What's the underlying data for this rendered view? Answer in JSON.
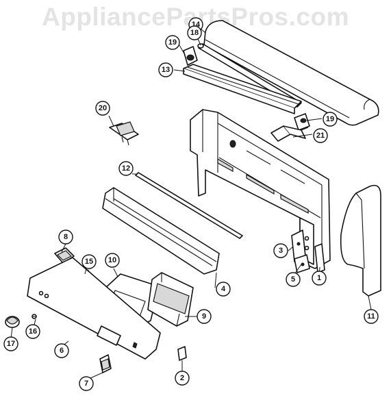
{
  "watermark": "AppliancePartsPros.com",
  "callouts": [
    {
      "id": "1",
      "label": "1"
    },
    {
      "id": "2",
      "label": "2"
    },
    {
      "id": "3",
      "label": "3"
    },
    {
      "id": "4",
      "label": "4"
    },
    {
      "id": "5",
      "label": "5"
    },
    {
      "id": "6",
      "label": "6"
    },
    {
      "id": "7",
      "label": "7"
    },
    {
      "id": "8",
      "label": "8"
    },
    {
      "id": "9",
      "label": "9"
    },
    {
      "id": "10",
      "label": "10"
    },
    {
      "id": "11",
      "label": "11"
    },
    {
      "id": "12",
      "label": "12"
    },
    {
      "id": "13",
      "label": "13"
    },
    {
      "id": "14",
      "label": "14"
    },
    {
      "id": "15",
      "label": "15"
    },
    {
      "id": "16",
      "label": "16"
    },
    {
      "id": "17",
      "label": "17"
    },
    {
      "id": "18",
      "label": "18"
    },
    {
      "id": "19a",
      "label": "19"
    },
    {
      "id": "19b",
      "label": "19"
    },
    {
      "id": "20",
      "label": "20"
    },
    {
      "id": "21",
      "label": "21"
    }
  ]
}
